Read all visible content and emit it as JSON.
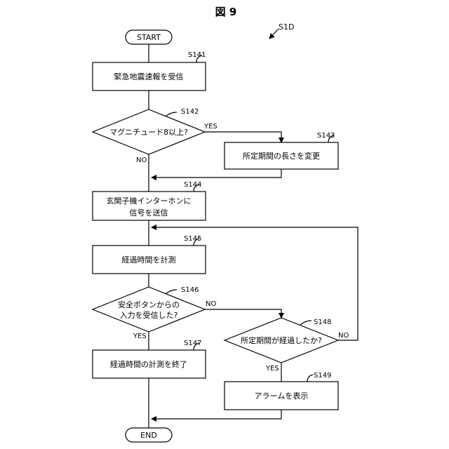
{
  "figure": {
    "title": "図 9",
    "ref": "S1D"
  },
  "steps": {
    "start": "START",
    "s141": {
      "id": "S141",
      "text": "緊急地震速報を受信"
    },
    "s142": {
      "id": "S142",
      "text": "マグニチュード8以上?",
      "yes": "YES",
      "no": "NO"
    },
    "s143": {
      "id": "S143",
      "text": "所定期間の長さを変更"
    },
    "s144": {
      "id": "S144",
      "line1": "玄関子機インターホンに",
      "line2": "信号を送信"
    },
    "s145": {
      "id": "S145",
      "text": "経過時間を計測"
    },
    "s146": {
      "id": "S146",
      "line1": "安全ボタンからの",
      "line2": "入力を受信した?",
      "yes": "YES",
      "no": "NO"
    },
    "s147": {
      "id": "S147",
      "text": "経過時間の計測を終了"
    },
    "s148": {
      "id": "S148",
      "text": "所定期間が経過したか?",
      "yes": "YES",
      "no": "NO"
    },
    "s149": {
      "id": "S149",
      "text": "アラームを表示"
    },
    "end": "END"
  }
}
